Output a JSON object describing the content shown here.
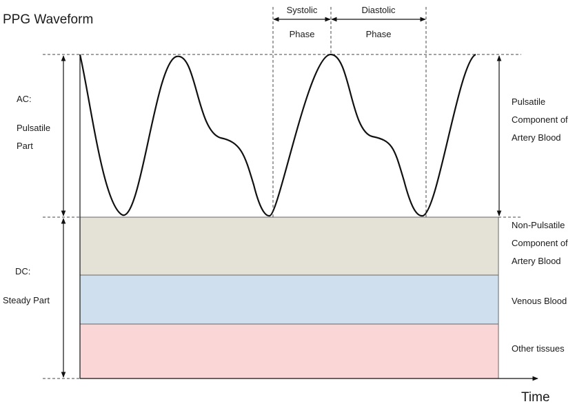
{
  "title": "PPG Waveform",
  "x_axis_label": "Time",
  "phases": {
    "systolic": [
      "Systolic",
      "Phase"
    ],
    "diastolic": [
      "Diastolic",
      "Phase"
    ]
  },
  "left_labels": {
    "ac": [
      "AC:",
      "Pulsatile",
      "Part"
    ],
    "dc": [
      "DC:",
      "Steady Part"
    ]
  },
  "right_labels": {
    "pulsatile": [
      "Pulsatile",
      "Component of",
      "Artery Blood"
    ],
    "non_pulsatile": [
      "Non-Pulsatile",
      "Component of",
      "Artery Blood"
    ],
    "venous": [
      "Venous Blood"
    ],
    "other": [
      "Other tissues"
    ]
  },
  "colors": {
    "non_pulsatile_band": "#e4e1d6",
    "venous_band": "#cfdfee",
    "other_tissues_band": "#fad6d6",
    "waveform": "#111111"
  }
}
